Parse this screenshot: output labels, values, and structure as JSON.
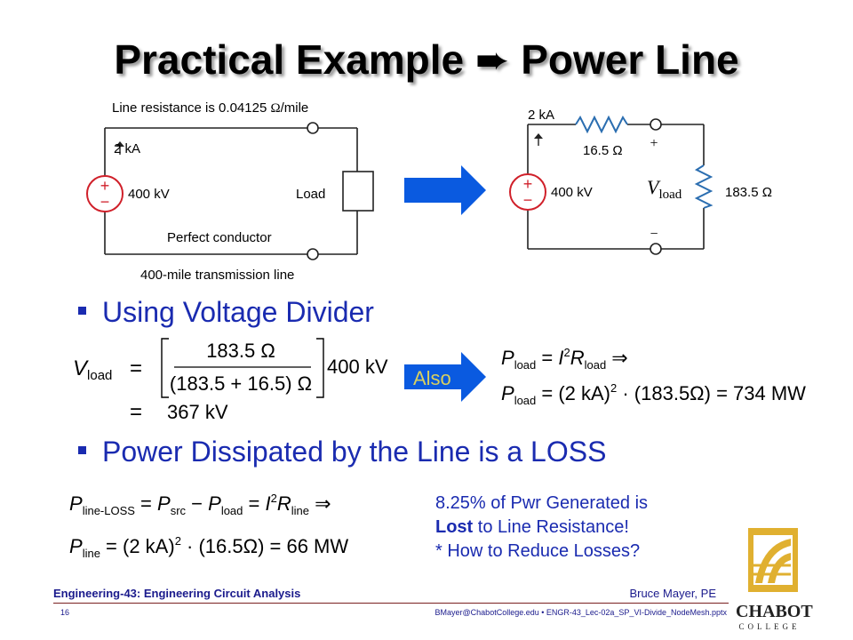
{
  "title": {
    "left": "Practical Example",
    "arrow": "➨",
    "right": "Power Line"
  },
  "circuit1": {
    "line_resistance_prefix": "Line resistance is 0.04125 ",
    "line_resistance_unit": "Ω",
    "line_resistance_suffix": "/mile",
    "current": "2 kA",
    "source_voltage": "400 kV",
    "load_label": "Load",
    "conductor_label": "Perfect conductor",
    "line_label": "400-mile transmission line",
    "plus": "+",
    "minus": "−"
  },
  "circuit2": {
    "current": "2 kA",
    "line_r": "16.5 Ω",
    "source_voltage": "400 kV",
    "v_load_main": "V",
    "v_load_sub": "load",
    "load_r": "183.5 Ω",
    "plus": "+",
    "minus": "−"
  },
  "bullets": {
    "b1": "Using Voltage Divider",
    "b2": "Power Dissipated by the Line is a LOSS"
  },
  "eq_divider": {
    "lhs_main": "V",
    "lhs_sub": "load",
    "equals": "=",
    "numerator": "183.5 Ω",
    "denominator": "(183.5 + 16.5) Ω",
    "factor": "400 kV",
    "result": "367 kV"
  },
  "also_label": "Also",
  "eq_pload": {
    "line1": "P_load = I² R_load ⇒",
    "line2": "P_load = (2 kA)² · (183.5 Ω) = 734 MW"
  },
  "eq_loss": {
    "line1": "P_line-LOSS = P_src − P_load = I² R_line ⇒",
    "line2": "P_line = (2 kA)² · (16.5 Ω) = 66 MW"
  },
  "note": {
    "line1": "8.25% of Pwr Generated is",
    "line2_bold": "Lost",
    "line2_rest": " to Line Resistance!",
    "line3": "* How to Reduce Losses?"
  },
  "footer": {
    "left": "Engineering-43: Engineering Circuit Analysis",
    "author": "Bruce Mayer, PE",
    "page": "16",
    "file": "BMayer@ChabotCollege.edu  •  ENGR-43_Lec-02a_SP_VI-Divide_NodeMesh.pptx"
  },
  "logo": {
    "text": "CHABOT",
    "sub": "COLLEGE"
  },
  "colors": {
    "bullet_blue": "#1a2bb0",
    "source_red": "#d0202a",
    "resistor_blue": "#2a6db0",
    "arrow_blue": "#0a5ae0",
    "logo_gold": "#e0b030"
  }
}
